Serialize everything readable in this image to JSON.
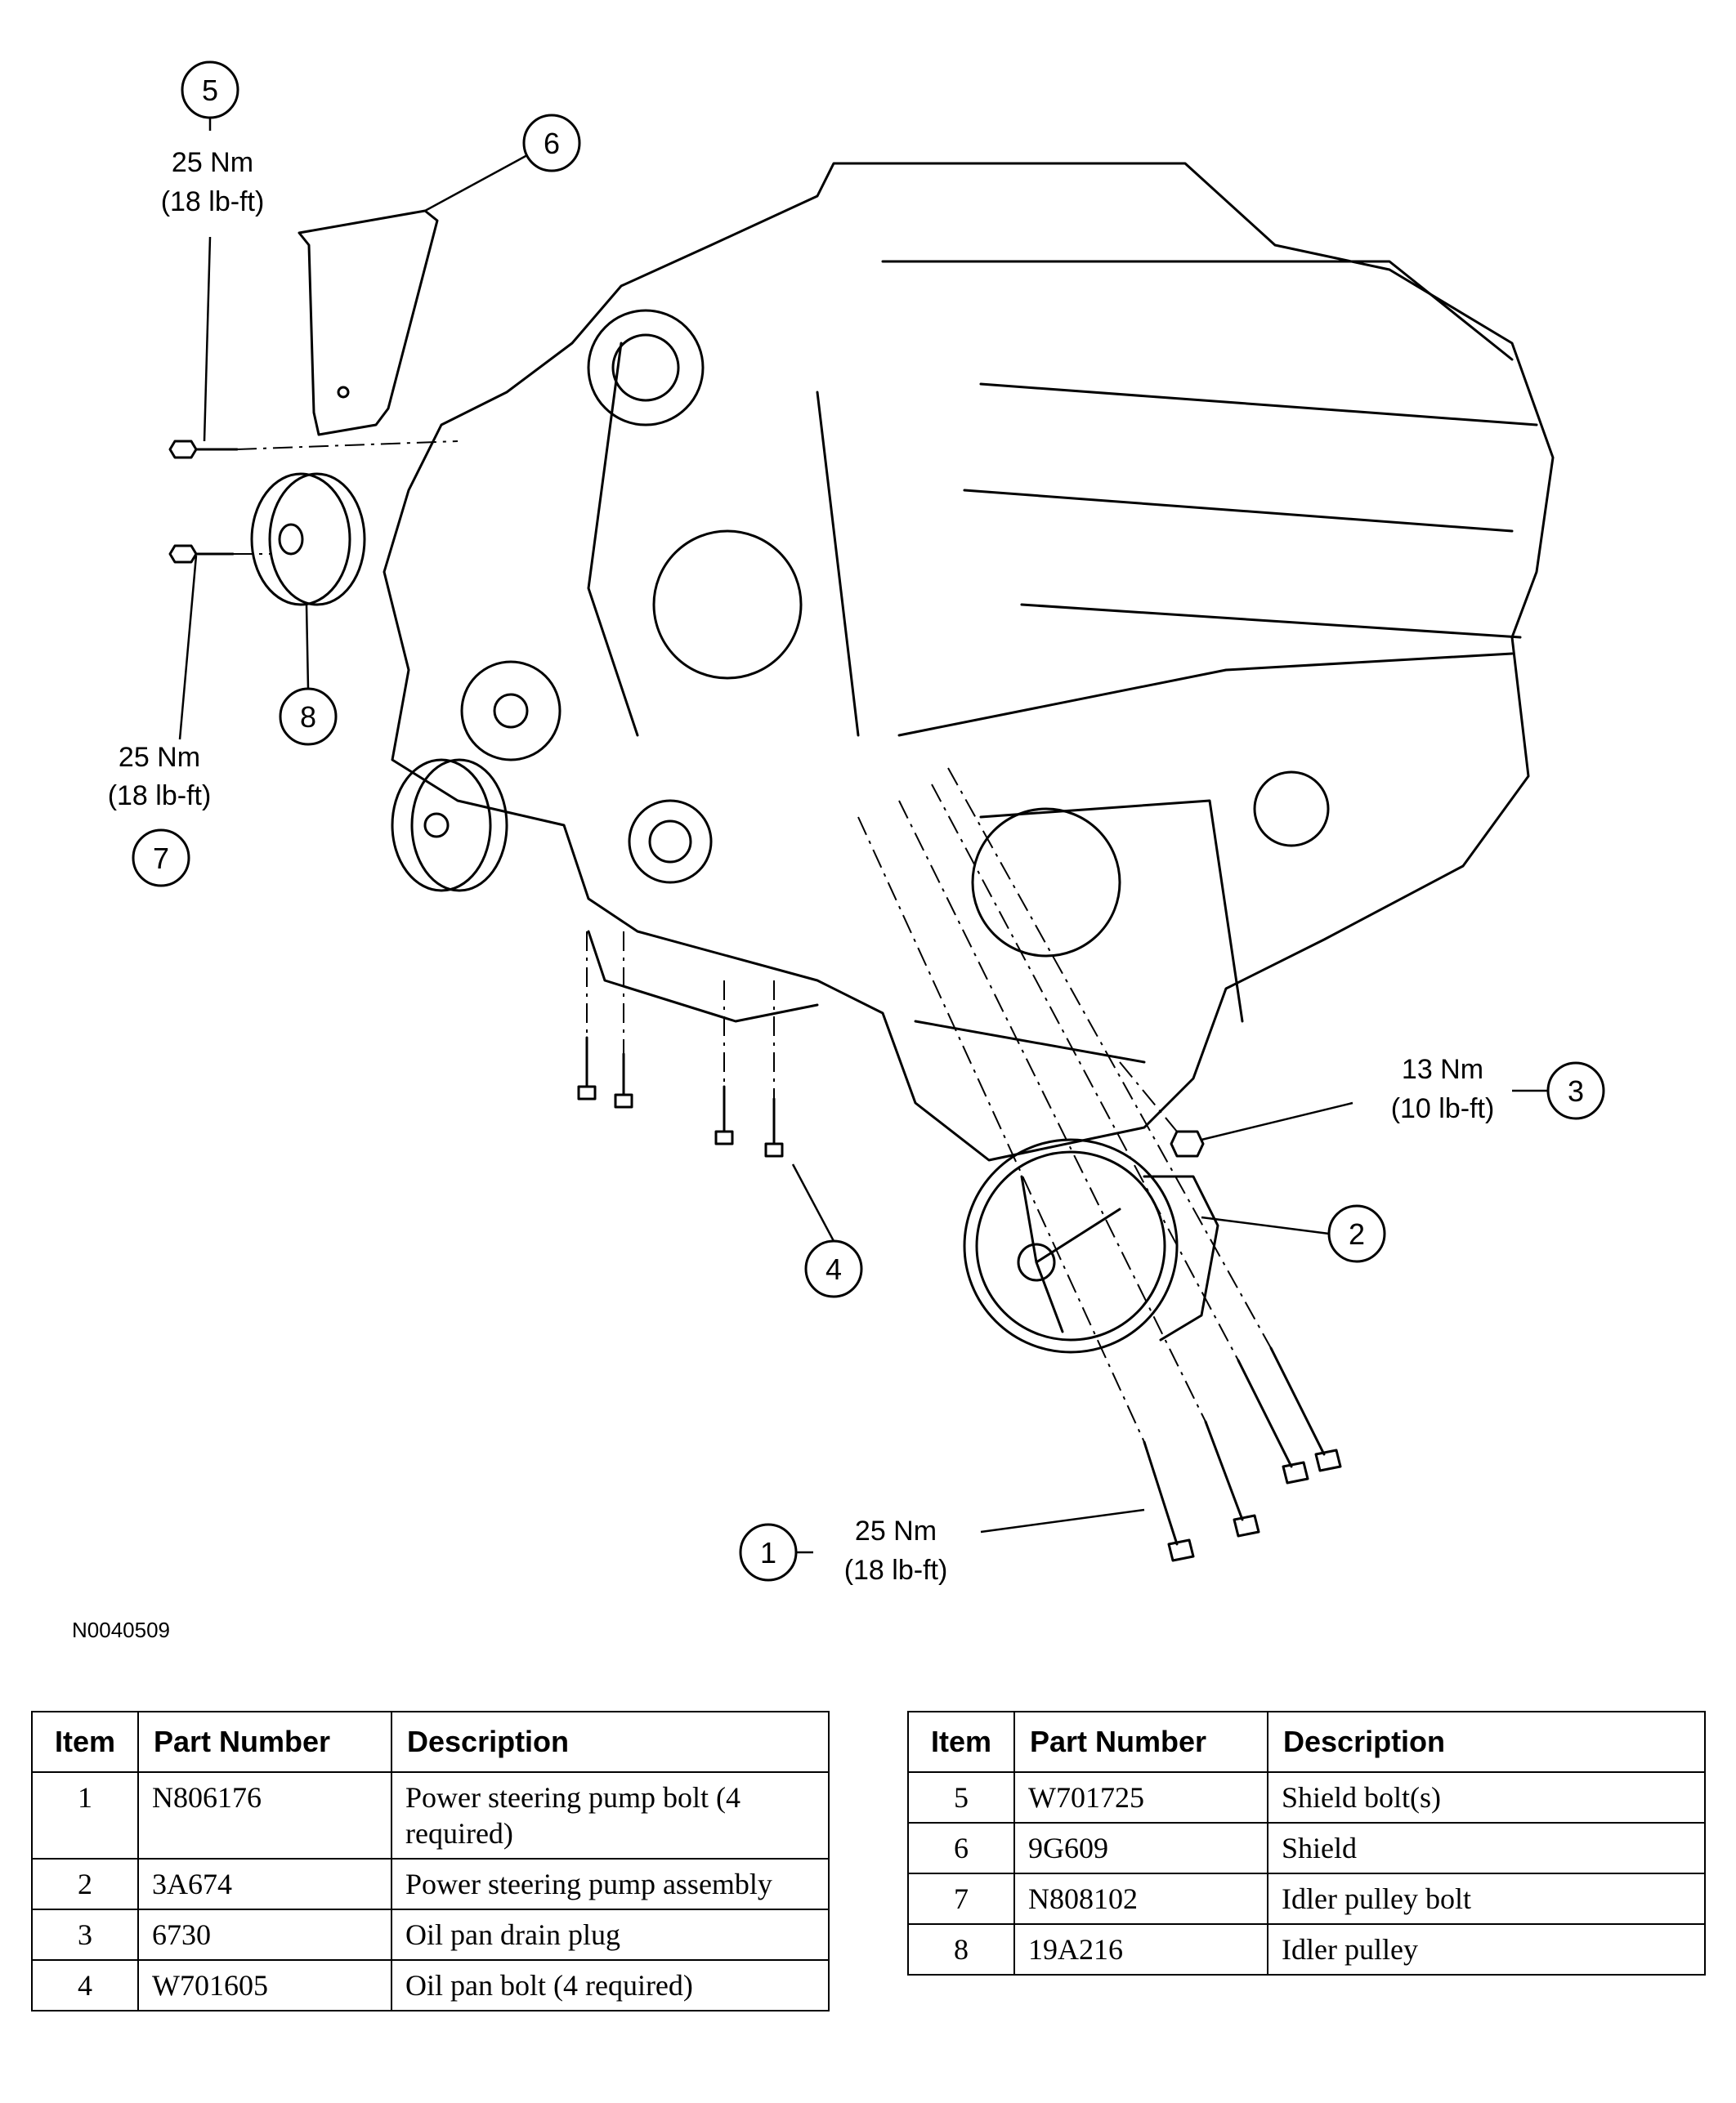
{
  "figure_id": "N0040509",
  "callouts": [
    {
      "num": "1",
      "torque_nm": "25 Nm",
      "torque_lbft": "(18 lb-ft)"
    },
    {
      "num": "2"
    },
    {
      "num": "3",
      "torque_nm": "13 Nm",
      "torque_lbft": "(10 lb-ft)"
    },
    {
      "num": "4"
    },
    {
      "num": "5",
      "torque_nm": "25 Nm",
      "torque_lbft": "(18 lb-ft)"
    },
    {
      "num": "6"
    },
    {
      "num": "7",
      "torque_nm": "25 Nm",
      "torque_lbft": "(18 lb-ft)"
    },
    {
      "num": "8"
    }
  ],
  "tables": [
    {
      "headers": {
        "item": "Item",
        "part": "Part Number",
        "desc": "Description"
      },
      "rows": [
        {
          "item": "1",
          "part": "N806176",
          "desc": "Power steering pump bolt (4 required)"
        },
        {
          "item": "2",
          "part": "3A674",
          "desc": "Power steering pump assembly"
        },
        {
          "item": "3",
          "part": "6730",
          "desc": "Oil pan drain plug"
        },
        {
          "item": "4",
          "part": "W701605",
          "desc": "Oil pan bolt (4 required)"
        }
      ]
    },
    {
      "headers": {
        "item": "Item",
        "part": "Part Number",
        "desc": "Description"
      },
      "rows": [
        {
          "item": "5",
          "part": "W701725",
          "desc": "Shield bolt(s)"
        },
        {
          "item": "6",
          "part": "9G609",
          "desc": "Shield"
        },
        {
          "item": "7",
          "part": "N808102",
          "desc": "Idler pulley bolt"
        },
        {
          "item": "8",
          "part": "19A216",
          "desc": "Idler pulley"
        }
      ]
    }
  ]
}
